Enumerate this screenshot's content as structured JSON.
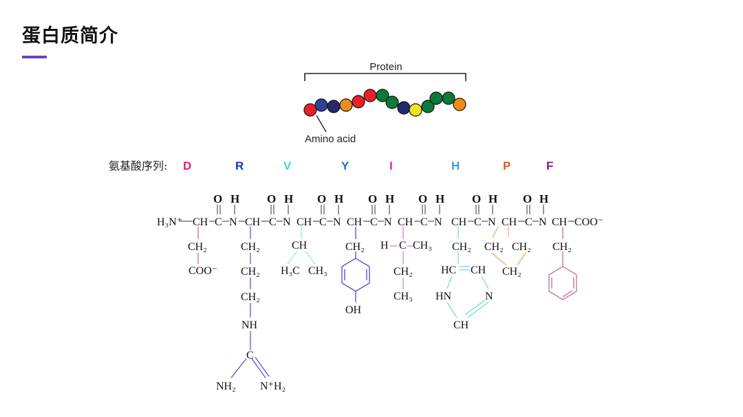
{
  "page": {
    "title": "蛋白质简介",
    "accent_color": "#6a3fbf"
  },
  "protein_illustration": {
    "bracket_label": "Protein",
    "pointer_label": "Amino acid",
    "bead_colors": [
      "#e8202a",
      "#2e3f9e",
      "#272a6e",
      "#f08c1c",
      "#e8202a",
      "#e8202a",
      "#0b7a3a",
      "#0b7a3a",
      "#232a6e",
      "#f5e21b",
      "#0b7a3a",
      "#0b7a3a",
      "#0b7a3a",
      "#f08c1c"
    ]
  },
  "sequence": {
    "label": "氨基酸序列:",
    "residues": [
      {
        "letter": "D",
        "color": "#e8196e"
      },
      {
        "letter": "R",
        "color": "#1432d8"
      },
      {
        "letter": "V",
        "color": "#3fd0e0"
      },
      {
        "letter": "Y",
        "color": "#1a6fd0"
      },
      {
        "letter": "I",
        "color": "#e020c8"
      },
      {
        "letter": "H",
        "color": "#3aa0e8"
      },
      {
        "letter": "P",
        "color": "#e0561a"
      },
      {
        "letter": "F",
        "color": "#8a1a90"
      }
    ]
  },
  "structure": {
    "n_terminus": "H₃N⁺",
    "c_terminus": "COO⁻",
    "backbone_ch": "CH",
    "backbone_c": "C",
    "backbone_n": "N",
    "carbonyl_o": "O",
    "amide_h": "H",
    "side_chains": {
      "D": [
        "CH₂",
        "COO⁻"
      ],
      "R": [
        "CH₂",
        "CH₂",
        "CH₂",
        "NH",
        "C",
        "NH₂",
        "N⁺H₂"
      ],
      "V": [
        "CH",
        "H₃C",
        "CH₃"
      ],
      "Y": [
        "CH₂",
        "OH"
      ],
      "I": [
        "H",
        "C",
        "CH₃",
        "CH₂",
        "CH₃"
      ],
      "H": [
        "CH₂",
        "HC",
        "CH",
        "HN",
        "N",
        "CH"
      ],
      "P": [
        "CH₂",
        "CH₂",
        "CH₂"
      ],
      "F": [
        "CH₂"
      ]
    },
    "colors": {
      "D": "#e05a6a",
      "R": "#4a4ad8",
      "V": "#8ee8e0",
      "Y": "#3a3ad0",
      "I": "#e070d0",
      "H": "#6ad8d8",
      "P": "#f0a84a",
      "F": "#c06090"
    }
  }
}
